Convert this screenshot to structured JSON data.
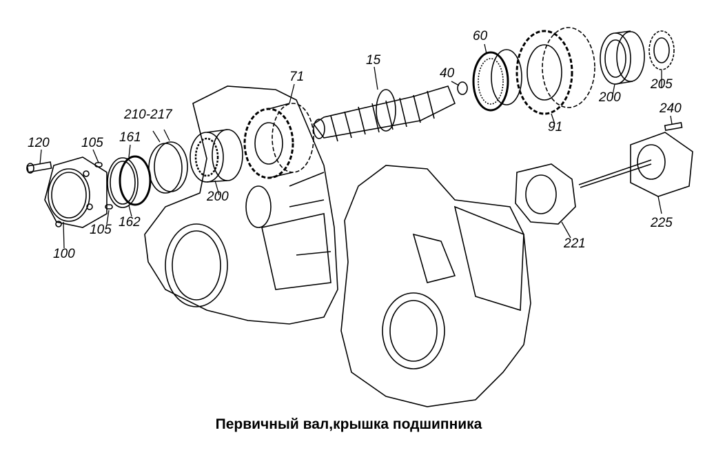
{
  "title": "Первичный вал,крышка подшипника",
  "labels": {
    "l120": "120",
    "l105_top": "105",
    "l161": "161",
    "l210_217": "210-217",
    "l71": "71",
    "l15": "15",
    "l40": "40",
    "l60": "60",
    "l200_right": "200",
    "l205": "205",
    "l91": "91",
    "l240": "240",
    "l225": "225",
    "l221": "221",
    "l200_left": "200",
    "l162": "162",
    "l105_bottom": "105",
    "l100": "100"
  }
}
